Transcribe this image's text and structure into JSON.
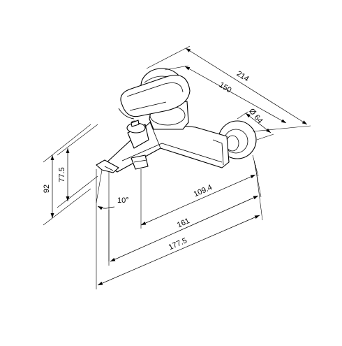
{
  "drawing": {
    "dimensions": {
      "d214": "214",
      "d150": "150",
      "d64": "Ø 64",
      "d77_5": "77.5",
      "d92": "92",
      "d10deg": "10°",
      "d109_4": "109.4",
      "d161": "161",
      "d177_5": "177.5"
    }
  }
}
